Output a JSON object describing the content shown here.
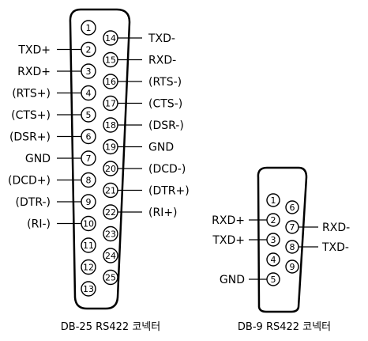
{
  "db25": {
    "caption": "DB-25 RS422 코넥터",
    "pins": [
      {
        "num": "1"
      },
      {
        "num": "2",
        "signal": "TXD+"
      },
      {
        "num": "3",
        "signal": "RXD+"
      },
      {
        "num": "4",
        "signal": "(RTS+)"
      },
      {
        "num": "5",
        "signal": "(CTS+)"
      },
      {
        "num": "6",
        "signal": "(DSR+)"
      },
      {
        "num": "7",
        "signal": "GND"
      },
      {
        "num": "8",
        "signal": "(DCD+)"
      },
      {
        "num": "9",
        "signal": "(DTR-)"
      },
      {
        "num": "10",
        "signal": "(RI-)"
      },
      {
        "num": "11"
      },
      {
        "num": "12"
      },
      {
        "num": "13"
      },
      {
        "num": "14",
        "signal": "TXD-"
      },
      {
        "num": "15",
        "signal": "RXD-"
      },
      {
        "num": "16",
        "signal": "(RTS-)"
      },
      {
        "num": "17",
        "signal": "(CTS-)"
      },
      {
        "num": "18",
        "signal": "(DSR-)"
      },
      {
        "num": "19",
        "signal": "GND"
      },
      {
        "num": "20",
        "signal": "(DCD-)"
      },
      {
        "num": "21",
        "signal": "(DTR+)"
      },
      {
        "num": "22",
        "signal": "(RI+)"
      },
      {
        "num": "23"
      },
      {
        "num": "24"
      },
      {
        "num": "25"
      }
    ]
  },
  "db9": {
    "caption": "DB-9 RS422 코넥터",
    "pins": [
      {
        "num": "1"
      },
      {
        "num": "2",
        "signal": "RXD+"
      },
      {
        "num": "3",
        "signal": "TXD+"
      },
      {
        "num": "4"
      },
      {
        "num": "5",
        "signal": "GND"
      },
      {
        "num": "6"
      },
      {
        "num": "7",
        "signal": "RXD-"
      },
      {
        "num": "8",
        "signal": "TXD-"
      },
      {
        "num": "9"
      }
    ]
  }
}
